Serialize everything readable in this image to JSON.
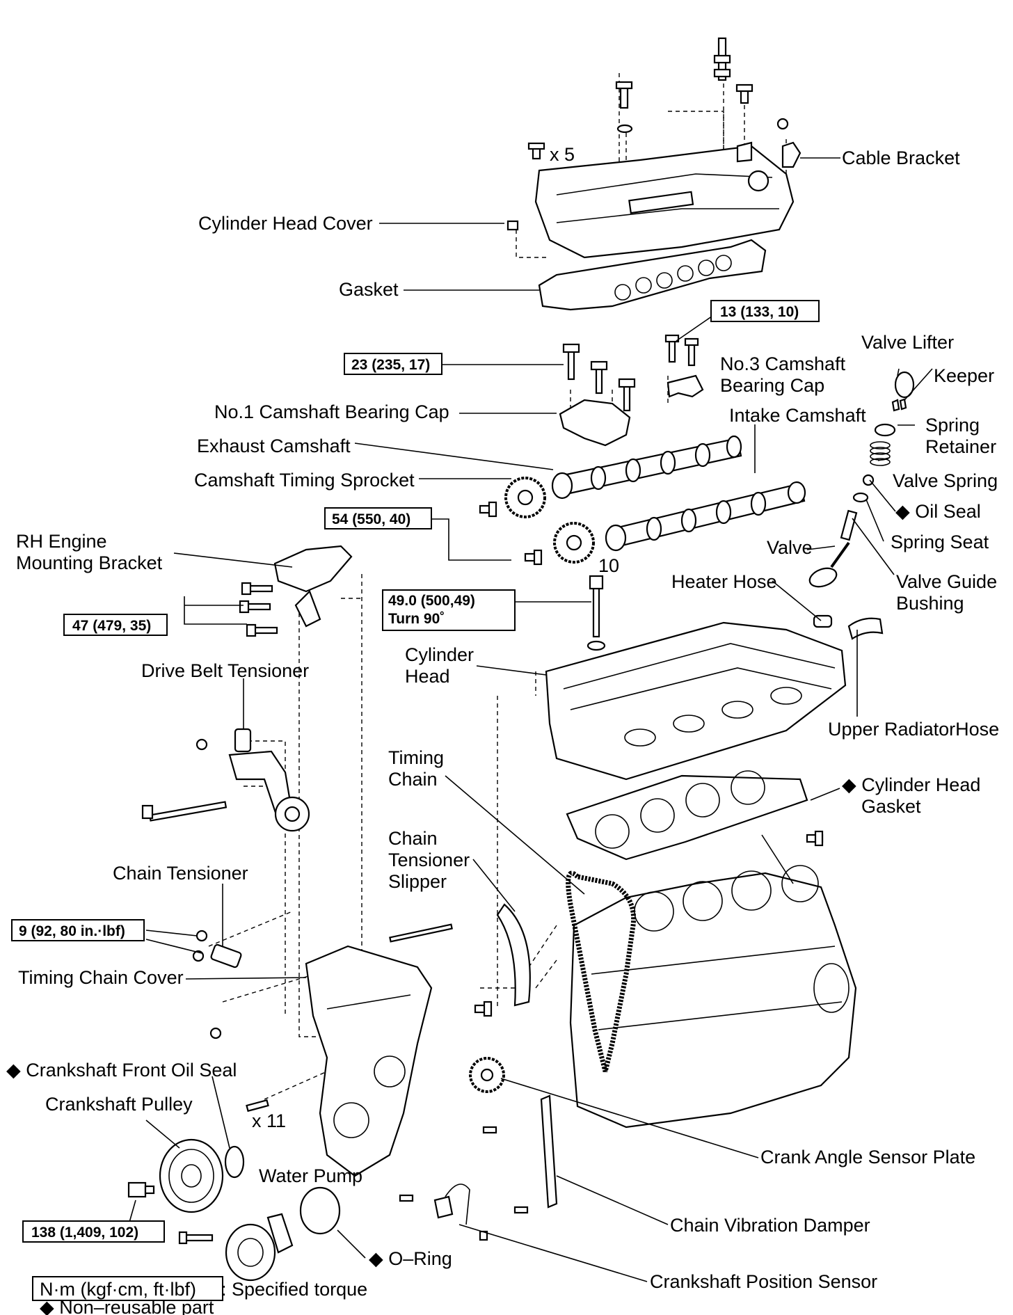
{
  "labels": {
    "cable_bracket": "Cable Bracket",
    "cylinder_head_cover": "Cylinder Head Cover",
    "gasket": "Gasket",
    "no3_cam_cap_1": "No.3 Camshaft",
    "no3_cam_cap_2": "Bearing Cap",
    "valve_lifter": "Valve Lifter",
    "keeper": "Keeper",
    "no1_cam_cap": "No.1 Camshaft Bearing Cap",
    "intake_camshaft": "Intake Camshaft",
    "spring_retainer_1": "Spring",
    "spring_retainer_2": "Retainer",
    "exhaust_camshaft": "Exhaust Camshaft",
    "camshaft_timing_sprocket": "Camshaft Timing Sprocket",
    "valve_spring": "Valve Spring",
    "oil_seal": "◆ Oil Seal",
    "spring_seat": "Spring Seat",
    "rh_mount_1": "RH Engine",
    "rh_mount_2": "Mounting Bracket",
    "valve": "Valve",
    "valve_guide_1": "Valve Guide",
    "valve_guide_2": "Bushing",
    "heater_hose": "Heater Hose",
    "cylinder_head_1": "Cylinder",
    "cylinder_head_2": "Head",
    "drive_belt_tensioner": "Drive Belt Tensioner",
    "upper_radiator_hose": "Upper RadiatorHose",
    "timing_chain_1": "Timing",
    "timing_chain_2": "Chain",
    "cyl_head_gasket_1": "◆ Cylinder Head",
    "cyl_head_gasket_2": "Gasket",
    "chain_tensioner_slipper_1": "Chain",
    "chain_tensioner_slipper_2": "Tensioner",
    "chain_tensioner_slipper_3": "Slipper",
    "chain_tensioner": "Chain Tensioner",
    "timing_chain_cover": "Timing Chain Cover",
    "crankshaft_front_oil_seal": "◆ Crankshaft Front Oil Seal",
    "crankshaft_pulley": "Crankshaft Pulley",
    "x11": "x 11",
    "x5": "x 5",
    "ten": "10",
    "water_pump": "Water Pump",
    "crank_angle_sensor_plate": "Crank Angle Sensor Plate",
    "chain_vibration_damper": "Chain Vibration Damper",
    "o_ring": "◆ O–Ring",
    "crankshaft_position_sensor": "Crankshaft Position Sensor"
  },
  "torques": {
    "t13": "13 (133, 10)",
    "t23": "23 (235, 17)",
    "t54": "54 (550, 40)",
    "t47": "47 (479, 35)",
    "t49a": "49.0 (500,49)",
    "t49b": "Turn 90˚",
    "t9": "9 (92, 80 in.·lbf)",
    "t138": "138 (1,409, 102)"
  },
  "legend": {
    "units_box": "N·m (kgf·cm, ft·lbf)",
    "units_text": ": Specified torque",
    "non_reusable": "◆ Non–reusable part"
  }
}
